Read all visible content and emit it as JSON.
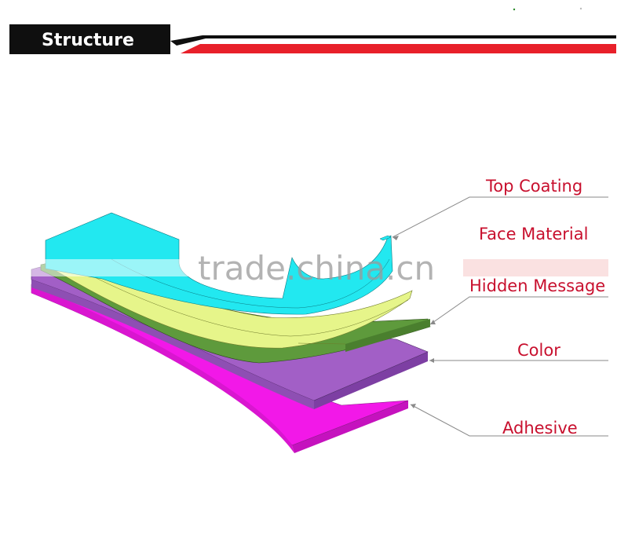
{
  "header": {
    "title": "Structure"
  },
  "layers": [
    {
      "label": "Top Coating",
      "color": "#22E8F0"
    },
    {
      "label": "Face Material",
      "color": "#E6F58A"
    },
    {
      "label": "Hidden Message",
      "color": "#5E9A3C"
    },
    {
      "label": "Color",
      "color": "#A25FC6"
    },
    {
      "label": "Adhesive",
      "color": "#F218E8"
    }
  ],
  "watermark": "trade.china.cn",
  "colors": {
    "label_text": "#C8102E",
    "header_black": "#0F0F0F",
    "header_red": "#E8202A",
    "leader_line": "#8A8A8A"
  }
}
